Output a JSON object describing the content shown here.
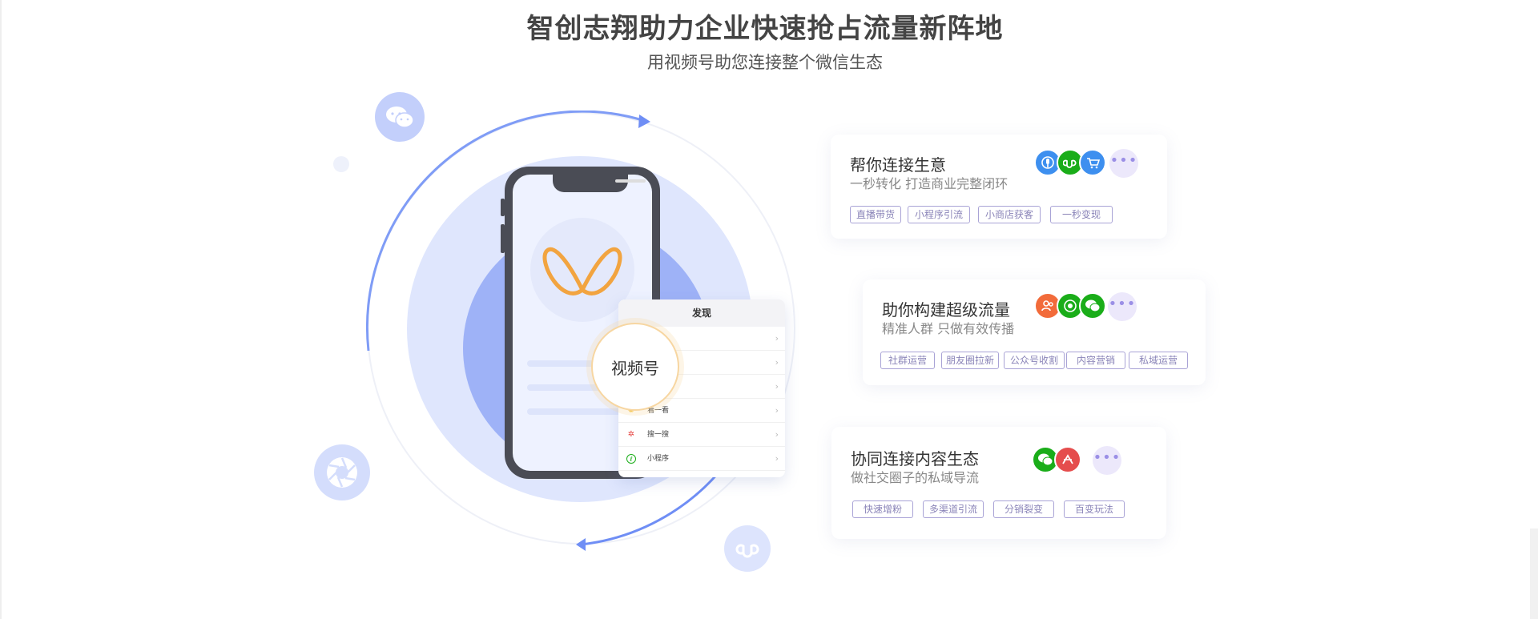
{
  "header": {
    "title": "智创志翔助力企业快速抢占流量新阵地",
    "subtitle": "用视频号助您连接整个微信生态"
  },
  "illustration": {
    "discover_title": "发现",
    "video_label": "视频号",
    "rows": [
      {
        "label": "看一看",
        "icon": "look-icon"
      },
      {
        "label": "搜一搜",
        "icon": "search-icon"
      },
      {
        "label": "小程序",
        "icon": "mini-program-icon"
      }
    ],
    "chevron": "›"
  },
  "cards": [
    {
      "title": "帮你连接生意",
      "desc": "一秒转化 打造商业完整闭环",
      "tags": [
        "直播带货",
        "小程序引流",
        "小商店获客",
        "一秒变现"
      ],
      "icons": [
        "live-icon",
        "mini-program-icon",
        "shop-cart-icon"
      ]
    },
    {
      "title": "助你构建超级流量",
      "desc": "精准人群 只做有效传播",
      "tags": [
        "社群运营",
        "朋友圈拉新",
        "公众号收割",
        "内容营销",
        "私域运营"
      ],
      "icons": [
        "group-icon",
        "moments-icon",
        "wechat-icon"
      ]
    },
    {
      "title": "协同连接内容生态",
      "desc": "做社交圈子的私域导流",
      "tags": [
        "快速增粉",
        "多渠道引流",
        "分销裂变",
        "百变玩法"
      ],
      "icons": [
        "wechat-icon",
        "weibo-icon"
      ]
    }
  ],
  "more_label": "•••",
  "colors": {
    "accent_blue": "#6f8ef5",
    "phone": "#4a4c55",
    "logo_orange": "#f2a440",
    "tag_border": "#a9a3d6",
    "wechat_green": "#1aad19"
  }
}
